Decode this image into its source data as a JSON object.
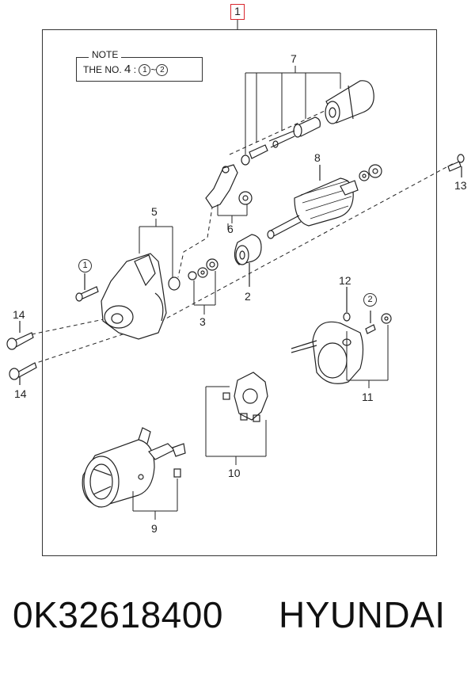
{
  "diagram": {
    "index_badge": "1",
    "note": {
      "title": "NOTE",
      "text_prefix": "THE NO.",
      "number": "4",
      "separator": ":",
      "range_start": "1",
      "range_sep": "~",
      "range_end": "2"
    },
    "callouts": {
      "c1": "1",
      "c2": "2",
      "c3": "3",
      "c5": "5",
      "c6": "6",
      "c7": "7",
      "c8": "8",
      "c9": "9",
      "c10": "10",
      "c11": "11",
      "c12": "12",
      "c13": "13",
      "c14a": "14",
      "c14b": "14",
      "circle_1": "1",
      "circle_2": "2"
    }
  },
  "footer": {
    "part_number": "0K32618400",
    "brand": "HYUNDAI"
  }
}
